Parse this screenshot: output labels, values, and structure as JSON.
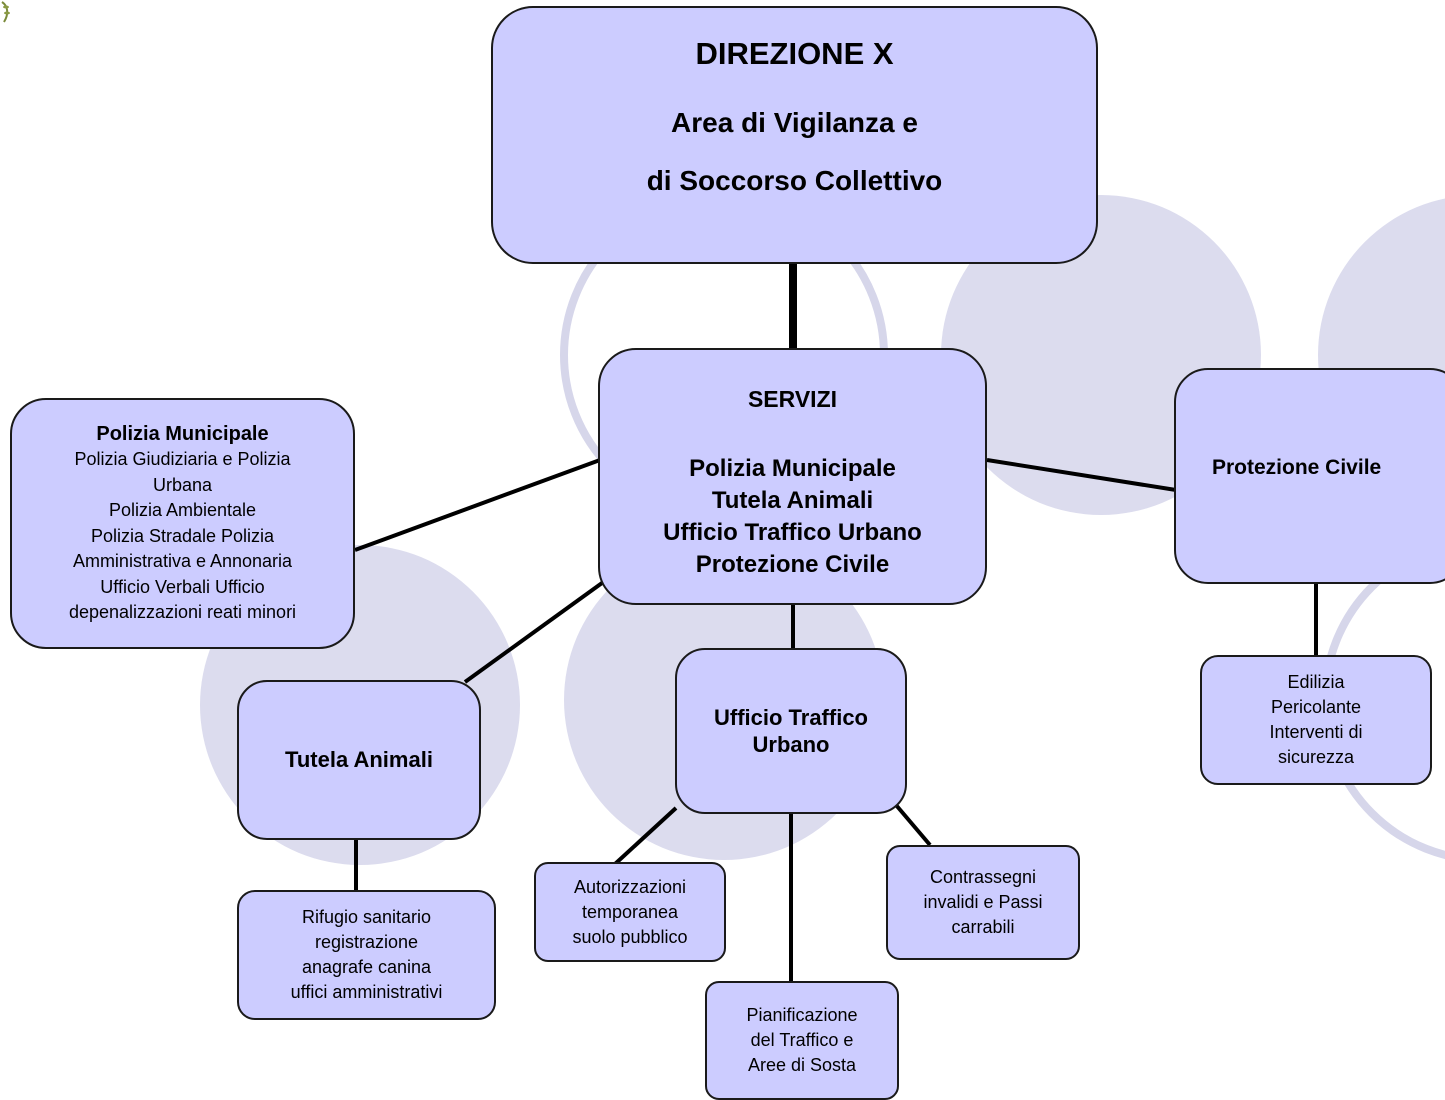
{
  "colors": {
    "box_fill": "#ccccff",
    "circle_fill": "#dcdcee",
    "circle_ring": "#d6d6ea",
    "line": "#000000"
  },
  "direzione": {
    "title": "DIREZIONE X",
    "line1": "Area di Vigilanza e",
    "line2": "di Soccorso Collettivo"
  },
  "servizi": {
    "heading": "SERVIZI",
    "items": [
      "Polizia Municipale",
      "Tutela Animali",
      "Ufficio Traffico Urbano",
      "Protezione Civile"
    ]
  },
  "polizia_municipale": {
    "title": "Polizia Municipale",
    "lines": [
      "Polizia Giudiziaria e Polizia",
      "Urbana",
      "Polizia Ambientale",
      "Polizia Stradale Polizia",
      "Amministrativa e Annonaria",
      "Ufficio Verbali Ufficio",
      "depenalizzazioni reati minori"
    ]
  },
  "protezione_civile": {
    "title": "Protezione Civile"
  },
  "edilizia": {
    "lines": [
      "Edilizia",
      "Pericolante",
      "Interventi di",
      "sicurezza"
    ]
  },
  "tutela_animali": {
    "title": "Tutela Animali"
  },
  "rifugio": {
    "lines": [
      "Rifugio sanitario",
      "registrazione",
      "anagrafe canina",
      "uffici amministrativi"
    ]
  },
  "ufficio_traffico": {
    "lines": [
      "Ufficio Traffico",
      "Urbano"
    ]
  },
  "autorizzazioni": {
    "lines": [
      "Autorizzazioni",
      "temporanea",
      "suolo pubblico"
    ]
  },
  "contrassegni": {
    "lines": [
      "Contrassegni",
      "invalidi e Passi",
      "carrabili"
    ]
  },
  "pianificazione": {
    "lines": [
      "Pianificazione",
      "del Traffico e",
      "Aree di Sosta"
    ]
  },
  "logo_icon": "laurel-logo-icon"
}
